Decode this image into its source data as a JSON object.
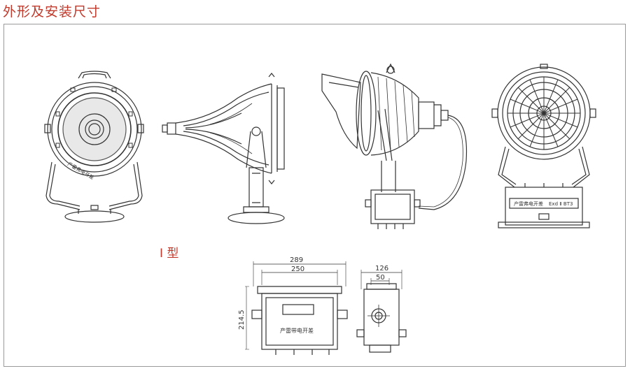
{
  "page": {
    "title": "外形及安装尺寸",
    "type_label": "I 型"
  },
  "labels": {
    "front_plate": "产雷弗电开差",
    "side_plate_1": "产雷弗电开差",
    "side_plate_2": "Exd Ⅱ BT3",
    "box_plate": "产雷带电开差"
  },
  "dimensions": {
    "box_outer_width": "289",
    "box_inner_width": "250",
    "box_height": "214.5",
    "side_outer_width": "126",
    "side_inner_width": "50"
  },
  "colors": {
    "title": "#c0392b",
    "line": "#333333",
    "frame": "#9a9a9a"
  }
}
